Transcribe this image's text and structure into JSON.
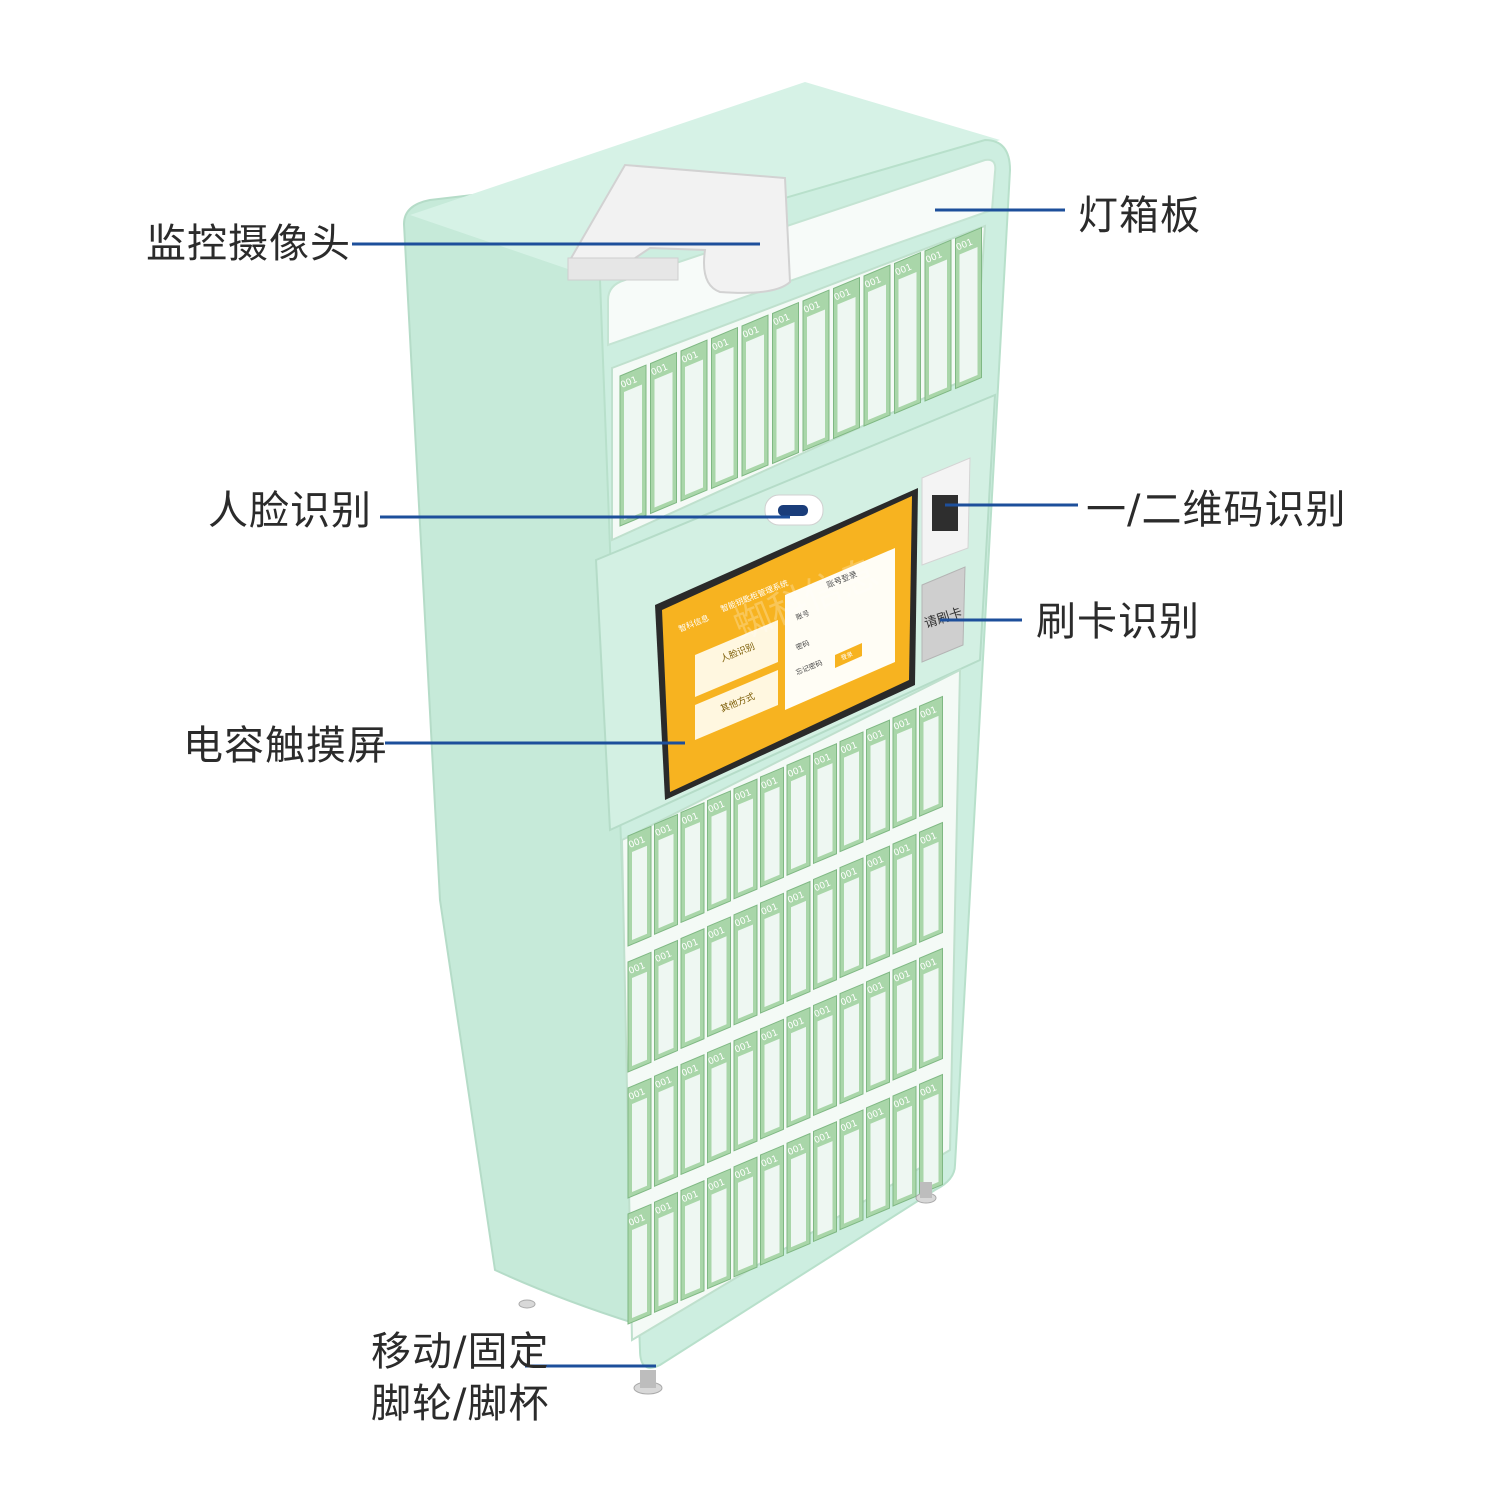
{
  "callouts": {
    "camera": "监控摄像头",
    "lightbox": "灯箱板",
    "face": "人脸识别",
    "qr": "一/二维码识别",
    "card": "刷卡识别",
    "screen": "电容触摸屏",
    "caster_line1": "移动/固定",
    "caster_line2": "脚轮/脚杯"
  },
  "cabinet": {
    "slot_label": "001",
    "card_panel_text": "请刷卡",
    "watermark": "蜘科信息"
  },
  "screen_ui": {
    "brand": "智科信息",
    "header_title": "智能钥匙柜管理系统",
    "face_button": "人脸识别",
    "other_button": "其他方式",
    "panel_title": "账号登录",
    "field1": "账号",
    "field2": "密码",
    "link": "忘记密码",
    "confirm": "登录"
  },
  "colors": {
    "cabinet_body": "#cdeee0",
    "cabinet_side": "#c2e9d6",
    "slot_face": "#eef7f2",
    "slot_green": "#a9d6a9",
    "screen_yellow": "#f7b320",
    "leader_line": "#1d4f9b"
  }
}
